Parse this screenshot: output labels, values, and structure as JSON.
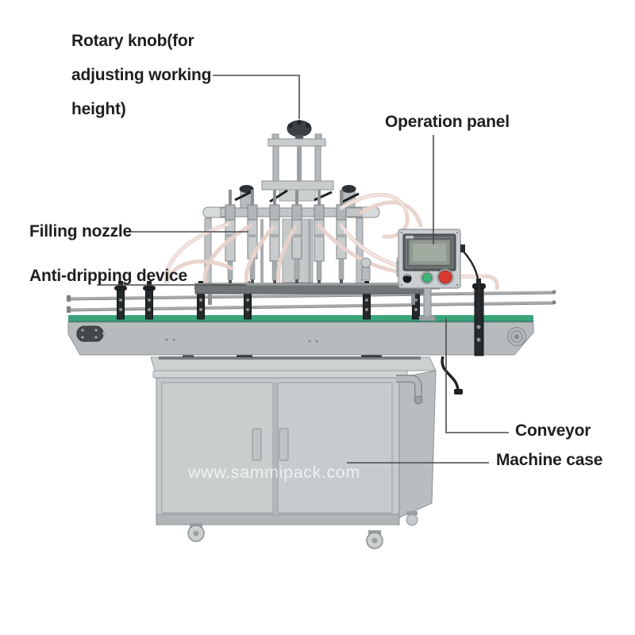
{
  "annotations": {
    "rotary_knob": {
      "lines": [
        "Rotary knob(for",
        "adjusting working",
        "height)"
      ]
    },
    "operation_panel": {
      "label": "Operation panel"
    },
    "filling_nozzle": {
      "label": "Filling nozzle"
    },
    "anti_dripping_device": {
      "label": "Anti-dripping device"
    },
    "conveyor": {
      "label": "Conveyor"
    },
    "machine_case": {
      "label": "Machine case"
    }
  },
  "watermark": {
    "text": "www.sammipack.com"
  },
  "colors": {
    "background": "#ffffff",
    "label_text": "#1f1f1f",
    "leader_line": "#4a4a4a",
    "machine_silver_light": "#d2d5d6",
    "machine_silver": "#c0c3c5",
    "machine_silver_dark": "#8d9193",
    "belt_green": "#3aa57c",
    "button_green": "#3cb878",
    "button_red": "#d93a30",
    "screen_gray": "#8f988f",
    "hose_pink": "#e8d2cb",
    "detail_black": "#1e2123",
    "watermark_text": "#ffffff"
  }
}
